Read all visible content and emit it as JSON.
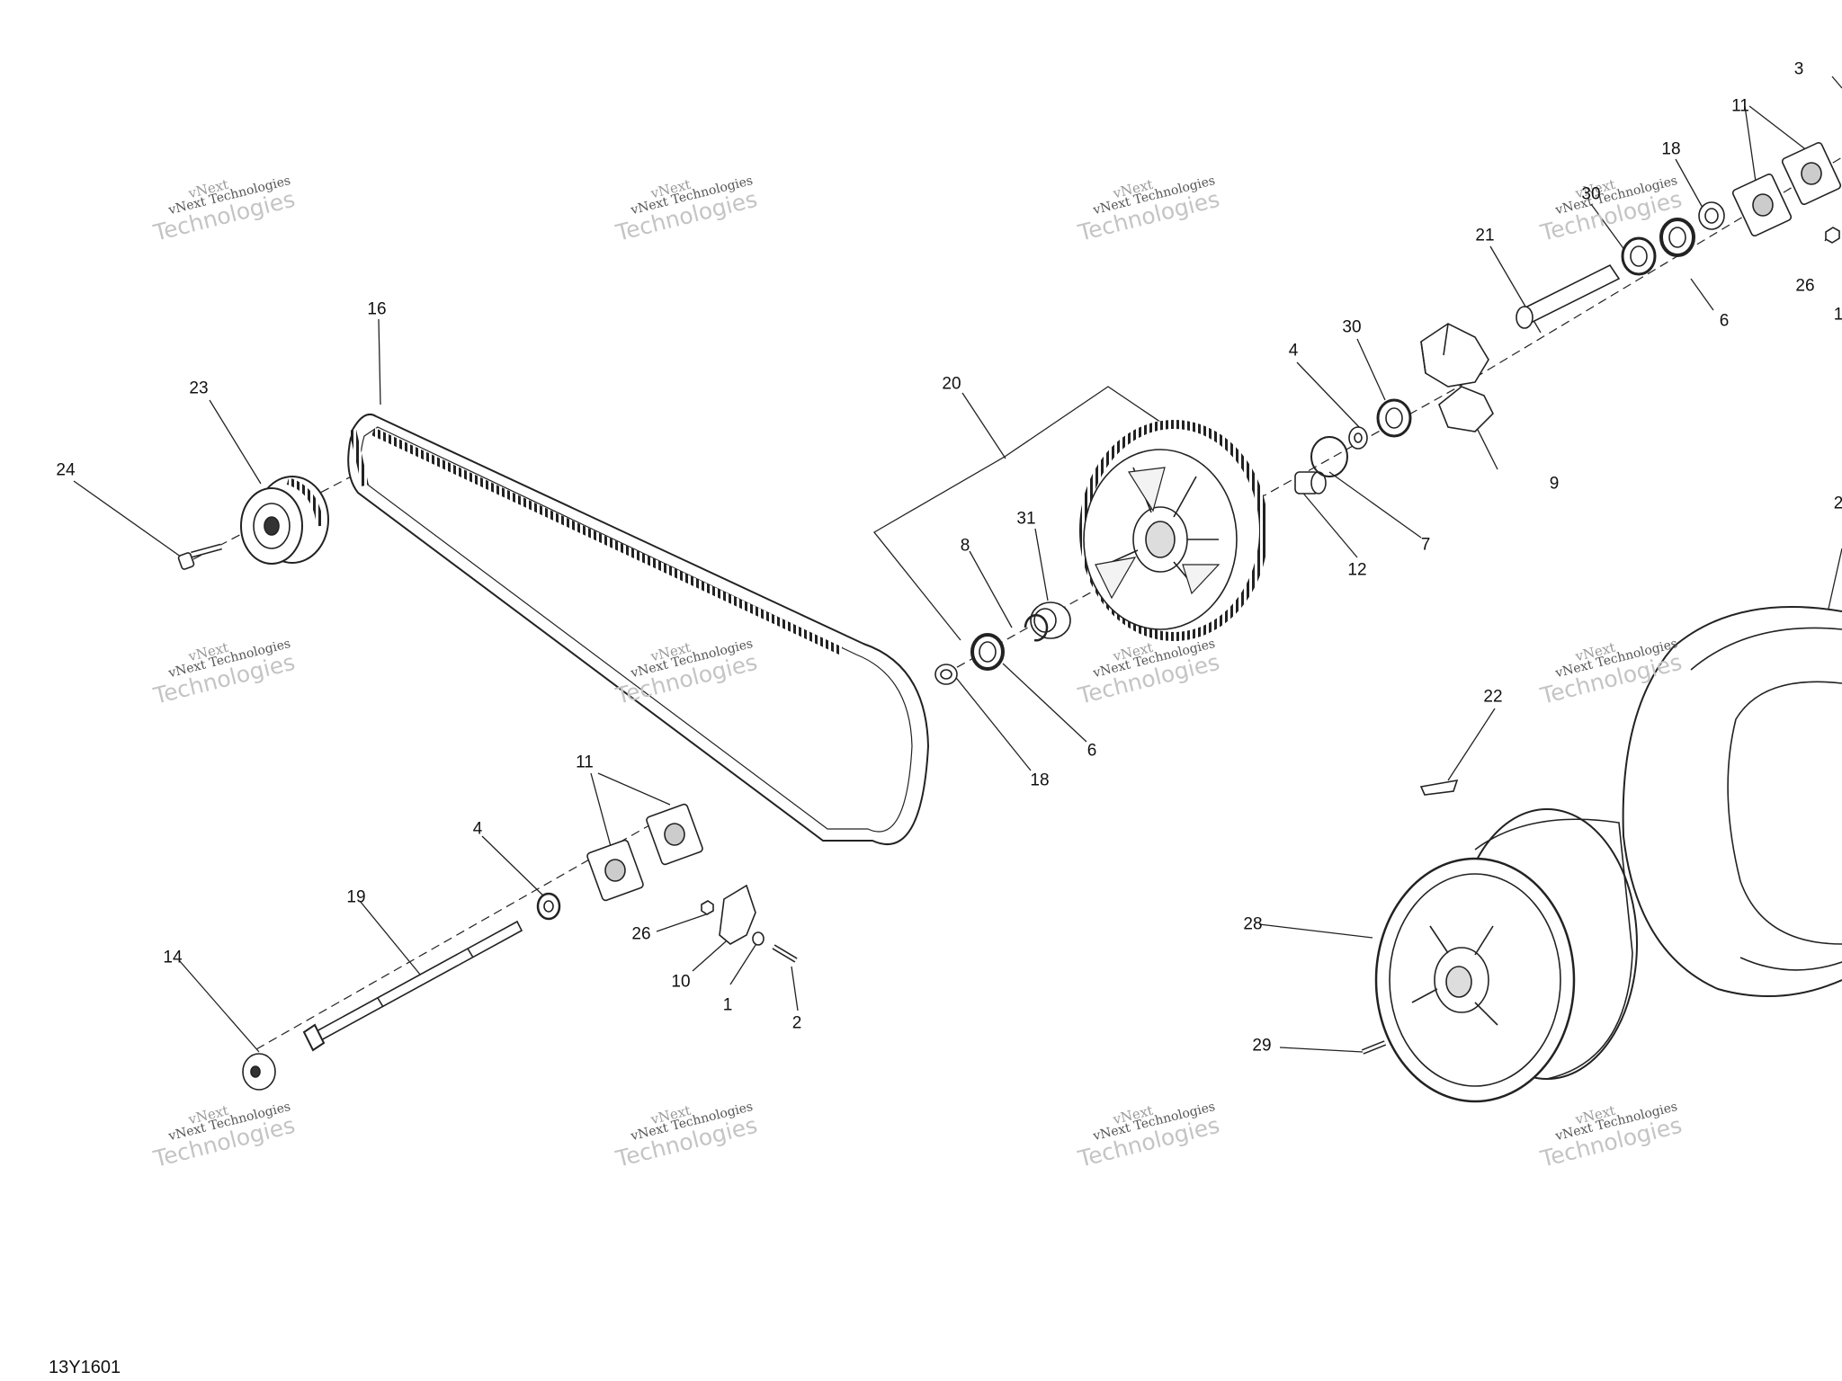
{
  "diagram": {
    "code": "13Y1601",
    "watermark": {
      "line1": "vNext",
      "line2": "vNext Technologies",
      "line3": "Technologies"
    },
    "callouts": [
      {
        "id": "c3",
        "text": "3"
      },
      {
        "id": "c11a",
        "text": "11"
      },
      {
        "id": "c18a",
        "text": "18"
      },
      {
        "id": "c30a",
        "text": "30"
      },
      {
        "id": "c21",
        "text": "21"
      },
      {
        "id": "c26a",
        "text": "26"
      },
      {
        "id": "c6a",
        "text": "6"
      },
      {
        "id": "c16",
        "text": "16"
      },
      {
        "id": "c4a",
        "text": "4"
      },
      {
        "id": "c30b",
        "text": "30"
      },
      {
        "id": "c20",
        "text": "20"
      },
      {
        "id": "c23",
        "text": "23"
      },
      {
        "id": "c9",
        "text": "9"
      },
      {
        "id": "c24",
        "text": "24"
      },
      {
        "id": "c31",
        "text": "31"
      },
      {
        "id": "c8",
        "text": "8"
      },
      {
        "id": "c7",
        "text": "7"
      },
      {
        "id": "c12",
        "text": "12"
      },
      {
        "id": "c6b",
        "text": "6"
      },
      {
        "id": "c18b",
        "text": "18"
      },
      {
        "id": "c22",
        "text": "22"
      },
      {
        "id": "c11b",
        "text": "11"
      },
      {
        "id": "c4b",
        "text": "4"
      },
      {
        "id": "c19",
        "text": "19"
      },
      {
        "id": "c28",
        "text": "28"
      },
      {
        "id": "c14",
        "text": "14"
      },
      {
        "id": "c26b",
        "text": "26"
      },
      {
        "id": "c10",
        "text": "10"
      },
      {
        "id": "c1",
        "text": "1"
      },
      {
        "id": "c2",
        "text": "2"
      },
      {
        "id": "c29",
        "text": "29"
      },
      {
        "id": "c2x",
        "text": "2"
      },
      {
        "id": "c1x",
        "text": "1"
      }
    ]
  }
}
